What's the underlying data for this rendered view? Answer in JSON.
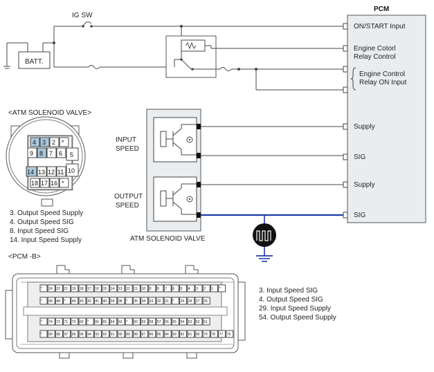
{
  "labels": {
    "ig_sw": "IG SW",
    "pcm": "PCM",
    "batt": "BATT.",
    "pcm_pins": [
      "ON/START Input",
      "Engine Cotorl",
      "Relay Control",
      "Engine Control",
      "Relay ON Input",
      "Supply",
      "SIG",
      "Supply",
      "SIG"
    ],
    "atm_valve_title": "<ATM SOLENOID VALVE>",
    "atm_valve_label": "ATM SOLENOID VALVE",
    "input_speed": [
      "INPUT",
      "SPEED"
    ],
    "output_speed": [
      "OUTPUT",
      "SPEED"
    ],
    "pcm_b_title": "<PCM -B>"
  },
  "valve_pins": {
    "row1": [
      "4",
      "3",
      "2",
      "*"
    ],
    "row2": [
      "9",
      "8",
      "7",
      "6",
      "5"
    ],
    "row3": [
      "14",
      "13",
      "12",
      "11",
      "10"
    ],
    "row4": [
      "18",
      "17",
      "16",
      "*"
    ]
  },
  "valve_legend": [
    "3. Output Speed Supply",
    "4. Output Speed SIG",
    "8. Input Speed SIG",
    "14. Input Speed Supply"
  ],
  "pcm_b_legend": [
    "3. Input Speed SIG",
    "4. Output Speed SIG",
    "29. Input Speed Supply",
    "54. Output Speed Supply"
  ],
  "pcm_b_pins": {
    "row1": [
      "*",
      "24",
      "22",
      "21",
      "19",
      "18",
      "17",
      "16",
      "15",
      "14",
      "13",
      "12",
      "11",
      "10",
      "9",
      "8",
      "7",
      "6",
      "5",
      "4",
      "3",
      "2",
      "1",
      "*"
    ],
    "row2": [
      "*",
      "49",
      "48",
      "*",
      "44",
      "43",
      "42",
      "41",
      "40",
      "39",
      "38",
      "*",
      "35",
      "34",
      "33",
      "32",
      "31",
      "*",
      "29",
      "28",
      "27",
      "26"
    ],
    "row3": [
      "*",
      "74",
      "73",
      "71",
      "70",
      "69",
      "*",
      "66",
      "65",
      "64",
      "63",
      "*",
      "60",
      "59",
      "58",
      "57",
      "56",
      "55",
      "54",
      "53",
      "52",
      "51"
    ],
    "row4": [
      "*",
      "99",
      "98",
      "97",
      "96",
      "95",
      "94",
      "93",
      "92",
      "91",
      "90",
      "89",
      "88",
      "87",
      "86",
      "85",
      "84",
      "83",
      "82",
      "81",
      "80",
      "79",
      "78",
      "77",
      "76"
    ]
  },
  "colors": {
    "line": "#444444",
    "highlight": "#a8c8dc",
    "shield_wire": "#1e3aa8",
    "ground": "#1e3aa8",
    "pcm_fill": "#e9edf0"
  }
}
